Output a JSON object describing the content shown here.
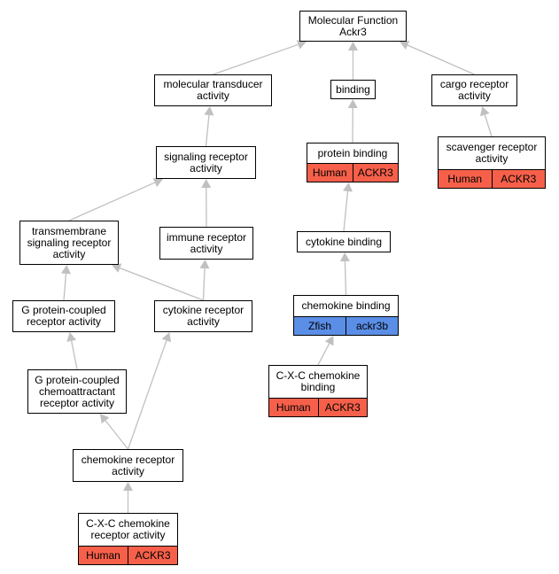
{
  "nodes": {
    "root": {
      "label": "Molecular Function\nAckr3"
    },
    "mol_transducer": {
      "label": "molecular transducer\nactivity"
    },
    "binding": {
      "label": "binding"
    },
    "cargo_receptor": {
      "label": "cargo receptor\nactivity"
    },
    "signaling_receptor": {
      "label": "signaling receptor\nactivity"
    },
    "protein_binding": {
      "label": "protein binding",
      "species": "Human",
      "gene": "ACKR3"
    },
    "scavenger_receptor": {
      "label": "scavenger receptor\nactivity",
      "species": "Human",
      "gene": "ACKR3"
    },
    "transmembrane": {
      "label": "transmembrane\nsignaling receptor\nactivity"
    },
    "immune_receptor": {
      "label": "immune receptor\nactivity"
    },
    "cytokine_binding": {
      "label": "cytokine binding"
    },
    "gpcr": {
      "label": "G protein-coupled\nreceptor activity"
    },
    "cytokine_receptor": {
      "label": "cytokine receptor\nactivity"
    },
    "chemokine_binding": {
      "label": "chemokine binding",
      "species": "Zfish",
      "gene": "ackr3b"
    },
    "gpc_chemoattractant": {
      "label": "G protein-coupled\nchemoattractant\nreceptor activity"
    },
    "cxc_chemokine_binding": {
      "label": "C-X-C chemokine\nbinding",
      "species": "Human",
      "gene": "ACKR3"
    },
    "chemokine_receptor": {
      "label": "chemokine receptor\nactivity"
    },
    "cxc_chemokine_receptor": {
      "label": "C-X-C chemokine\nreceptor activity",
      "species": "Human",
      "gene": "ACKR3"
    }
  },
  "edges": [
    [
      "mol_transducer",
      "root"
    ],
    [
      "binding",
      "root"
    ],
    [
      "cargo_receptor",
      "root"
    ],
    [
      "signaling_receptor",
      "mol_transducer"
    ],
    [
      "protein_binding",
      "binding"
    ],
    [
      "scavenger_receptor",
      "cargo_receptor"
    ],
    [
      "transmembrane",
      "signaling_receptor"
    ],
    [
      "immune_receptor",
      "signaling_receptor"
    ],
    [
      "cytokine_binding",
      "protein_binding"
    ],
    [
      "gpcr",
      "transmembrane"
    ],
    [
      "cytokine_receptor",
      "transmembrane"
    ],
    [
      "cytokine_receptor",
      "immune_receptor"
    ],
    [
      "chemokine_binding",
      "cytokine_binding"
    ],
    [
      "gpc_chemoattractant",
      "gpcr"
    ],
    [
      "cxc_chemokine_binding",
      "chemokine_binding"
    ],
    [
      "chemokine_receptor",
      "gpc_chemoattractant"
    ],
    [
      "chemokine_receptor",
      "cytokine_receptor"
    ],
    [
      "cxc_chemokine_receptor",
      "chemokine_receptor"
    ]
  ],
  "colors": {
    "edge": "#c0c0c0",
    "human": "#f6604a",
    "zfish": "#5b8ee6",
    "border": "#000000"
  }
}
